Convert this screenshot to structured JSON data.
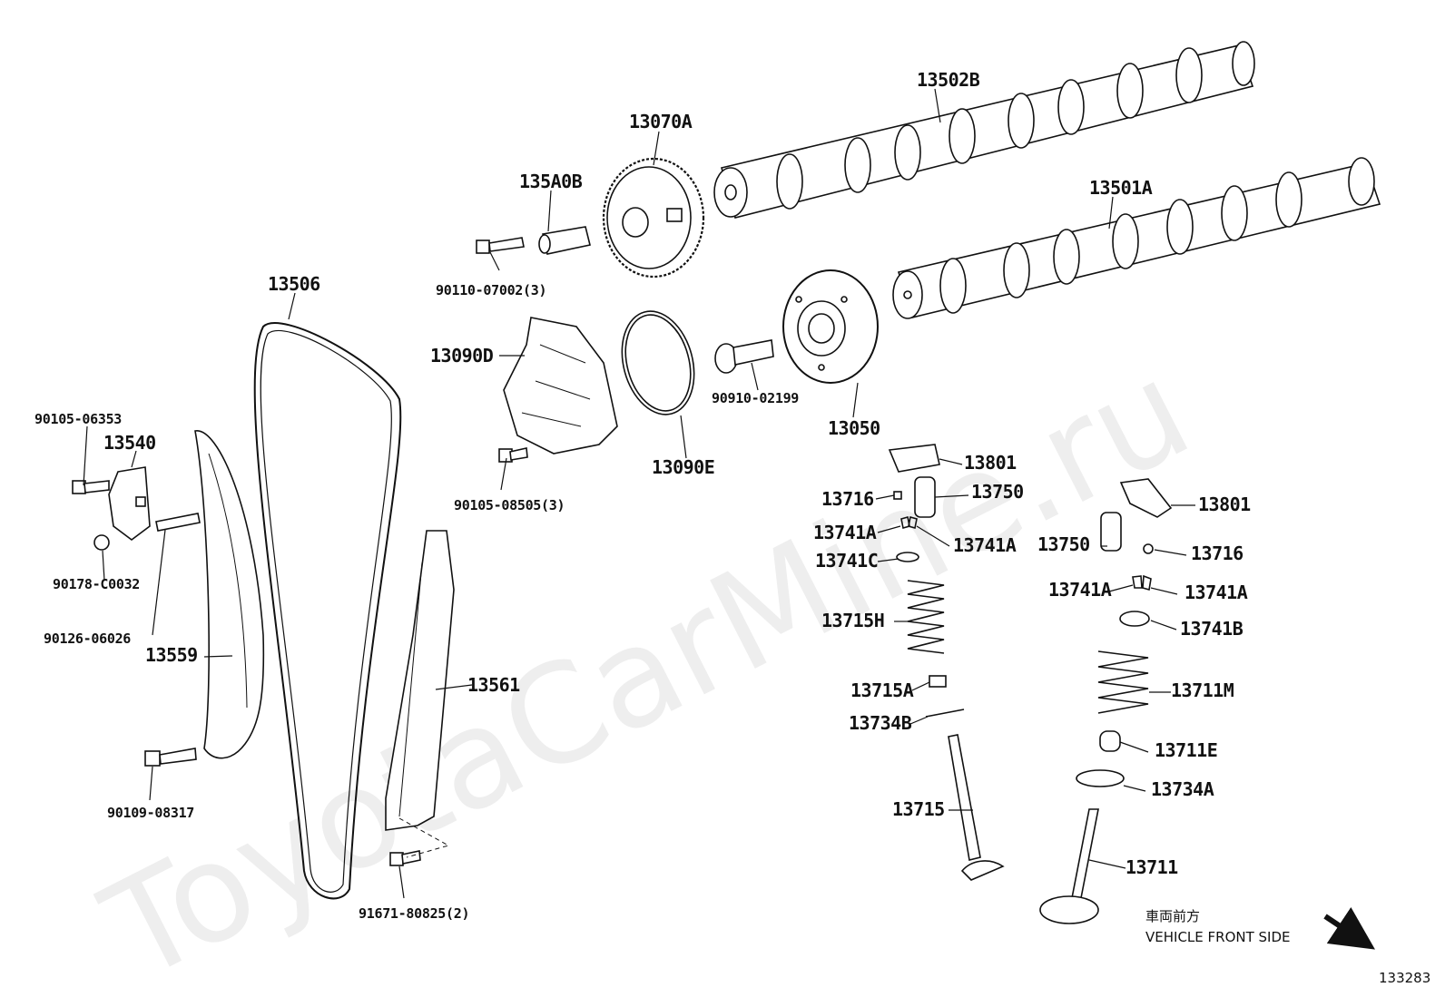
{
  "watermark": "ToyotaCarMine.ru",
  "diagram_id": "133283",
  "direction_note": {
    "jp": "車両前方",
    "en": "VEHICLE FRONT SIDE"
  },
  "labels": {
    "p13502B": "13502B",
    "p13070A": "13070A",
    "p135A0B": "135A0B",
    "p13501A": "13501A",
    "p90110": "90110-07002(3)",
    "p13506": "13506",
    "p13090D": "13090D",
    "p90910": "90910-02199",
    "p13050": "13050",
    "p13090E": "13090E",
    "p90105_06353": "90105-06353",
    "p13540": "13540",
    "p90105_08505": "90105-08505(3)",
    "p13801a": "13801",
    "p13716a": "13716",
    "p13750a": "13750",
    "p13741Aa": "13741A",
    "p13741Ab": "13741A",
    "p13741C": "13741C",
    "p13801b": "13801",
    "p13750b": "13750",
    "p13716b": "13716",
    "p13741Ac": "13741A",
    "p13741Ad": "13741A",
    "p13741B": "13741B",
    "p90178": "90178-C0032",
    "p90126": "90126-06026",
    "p13715H": "13715H",
    "p13559": "13559",
    "p13561": "13561",
    "p13711M": "13711M",
    "p13715A": "13715A",
    "p13734B": "13734B",
    "p13711E": "13711E",
    "p13734A": "13734A",
    "p90109": "90109-08317",
    "p13715": "13715",
    "p13711": "13711",
    "p91671": "91671-80825(2)"
  }
}
